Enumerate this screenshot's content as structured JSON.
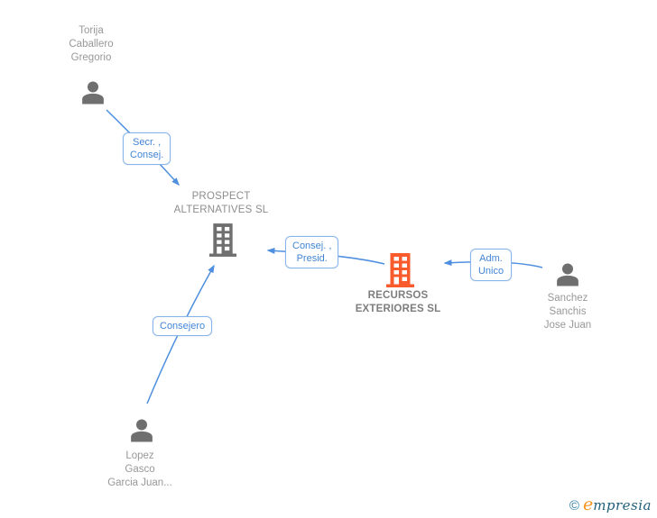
{
  "companies": {
    "prospect": {
      "name": "PROSPECT\nALTERNATIVES SL"
    },
    "recursos": {
      "name": "RECURSOS\nEXTERIORES SL"
    }
  },
  "persons": {
    "torija": {
      "name": "Torija\nCaballero\nGregorio"
    },
    "sanchez": {
      "name": "Sanchez\nSanchis\nJose Juan"
    },
    "lopez": {
      "name": "Lopez\nGasco\nGarcia Juan..."
    }
  },
  "relationships": {
    "secr_consej": {
      "label": "Secr. ,\nConsej."
    },
    "consej_presid": {
      "label": "Consej. ,\nPresid."
    },
    "adm_unico": {
      "label": "Adm.\nUnico"
    },
    "consejero": {
      "label": "Consejero"
    }
  },
  "logo": {
    "copyright": "©",
    "brand_initial": "e",
    "brand_rest": "mpresia"
  },
  "colors": {
    "line": "#4f8fdf",
    "box_border": "#88b5e9",
    "box_text": "#4285d6",
    "icon_gray": "#6f6f6f",
    "icon_orange": "#f95b2d",
    "label_gray": "#989898",
    "company_gray": "#8d8d8d",
    "company_bold": "#7d7d7d",
    "logo_teal": "#2e7ca3",
    "logo_dark": "#1f5f7a",
    "logo_orange": "#f7941d"
  }
}
